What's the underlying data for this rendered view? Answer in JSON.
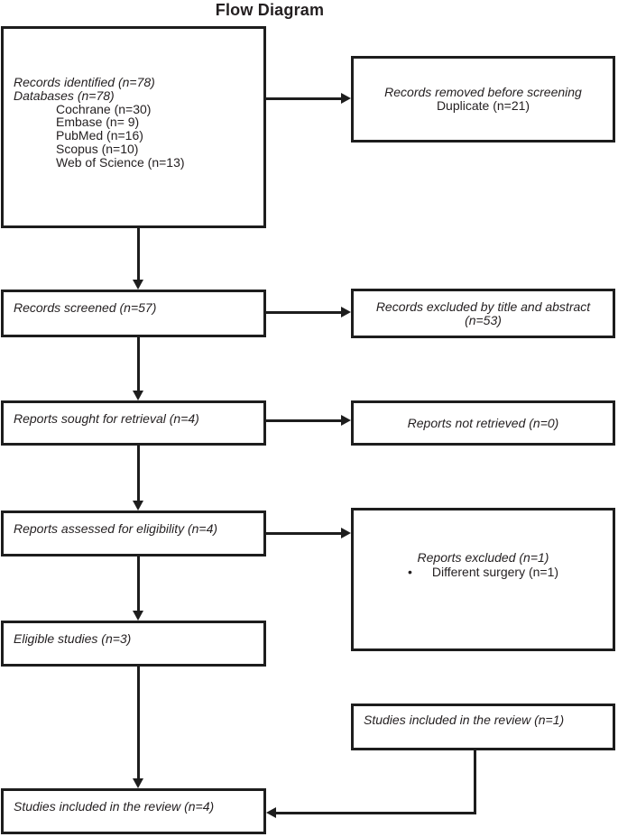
{
  "title": "Flow Diagram",
  "colors": {
    "line": "#1d1d1d",
    "text": "#231f20",
    "background": "#ffffff"
  },
  "boxes": {
    "identification": {
      "line1": "Records identified (n=78)",
      "line2": "Databases (n=78)",
      "databases": [
        "Cochrane (n=30)",
        "Embase (n= 9)",
        "PubMed (n=16)",
        "Scopus (n=10)",
        "Web of Science (n=13)"
      ]
    },
    "removed_before_screening": {
      "line1": "Records removed before screening",
      "line2": "Duplicate (n=21)"
    },
    "screened": {
      "label": "Records screened (n=57)"
    },
    "excluded_title_abstract": {
      "line1": "Records excluded by title and abstract",
      "line2": "(n=53)"
    },
    "sought_for_retrieval": {
      "label": "Reports sought for retrieval (n=4)"
    },
    "not_retrieved": {
      "label": "Reports not retrieved (n=0)"
    },
    "assessed_for_eligibility": {
      "label": "Reports assessed for eligibility (n=4)"
    },
    "reports_excluded": {
      "line1": "Reports excluded (n=1)",
      "bullet_glyph": "•",
      "bullet_text": "Different surgery (n=1)"
    },
    "eligible_studies": {
      "label": "Eligible studies (n=3)"
    },
    "included_in_review_n1": {
      "label": "Studies included in the review (n=1)"
    },
    "included_in_review_n4": {
      "label": "Studies included in the review (n=4)"
    }
  }
}
